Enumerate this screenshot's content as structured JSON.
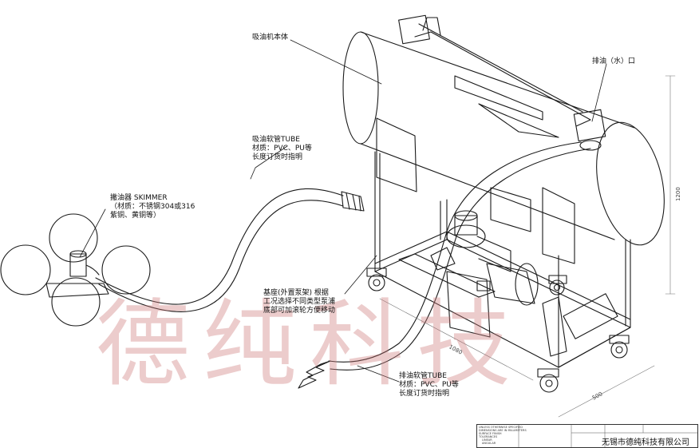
{
  "labels": {
    "body": "吸油机本体",
    "outlet": "排油（水）口",
    "suction_tube": [
      "吸油软管TUBE",
      "材质：PVC、PU等",
      "长度订货时指明"
    ],
    "skimmer": [
      "撇油器 SKIMMER",
      "（材质：不锈钢304或316",
      "紫铜、黄铜等）"
    ],
    "base": [
      "基座(外置泵架) 根据",
      "工况选择不同类型泵浦",
      "底部可加滚轮方便移动"
    ],
    "discharge_tube": [
      "排油软管TUBE",
      "材质：PVC、PU等",
      "长度订货时指明"
    ]
  },
  "dimensions": {
    "height": "1200",
    "length": "1080",
    "width": "500"
  },
  "watermark": "德纯科技",
  "title_block": {
    "company": "无锡市德纯科技有限公司",
    "small_notes": [
      "UNLESS OTHERWISE SPECIFIED",
      "DIMENSIONS ARE IN MILLIMETERS",
      "SURFACE FINISH",
      "TOLERANCES",
      "LINEAR",
      "ANGULAR"
    ]
  },
  "colors": {
    "line": "#1a1a1a",
    "watermark": "#cd7878"
  }
}
